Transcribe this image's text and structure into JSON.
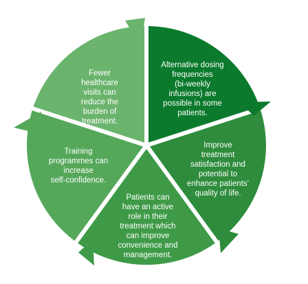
{
  "cycle": {
    "colors": {
      "dark": "#0b7a2c",
      "medium_dark": "#2e8c3c",
      "medium": "#3f9a48",
      "medium_light": "#55a85a",
      "light": "#6bb46d",
      "divider": "#ffffff"
    },
    "segments": [
      {
        "id": "dosing",
        "text": "Alternative dosing\nfrequencies\n(bi-weekly\ninfusions) are\npossible in some\npatients.",
        "color": "#0b7a2c",
        "arrow": "arrow-right-icon"
      },
      {
        "id": "satisfaction",
        "text": "Improve\ntreatment\nsatisfaction and\npotential to\nenhance patients’\nquality of life.",
        "color": "#2e8c3c",
        "arrow": "arrow-down-icon"
      },
      {
        "id": "active-role",
        "text": "Patients can\nhave an active\nrole in their\ntreatment which\ncan improve\nconvenience and\nmanagement.",
        "color": "#3f9a48",
        "arrow": "arrow-left-icon"
      },
      {
        "id": "training",
        "text": "Training\nprogrammes can\nincrease\nself-confidence.",
        "color": "#55a85a",
        "arrow": "arrow-left-icon"
      },
      {
        "id": "visits",
        "text": "Fewer\nhealthcare\nvisits can\nreduce the\nburden of\ntreatment.",
        "color": "#6bb46d",
        "arrow": "arrow-up-icon"
      }
    ]
  }
}
